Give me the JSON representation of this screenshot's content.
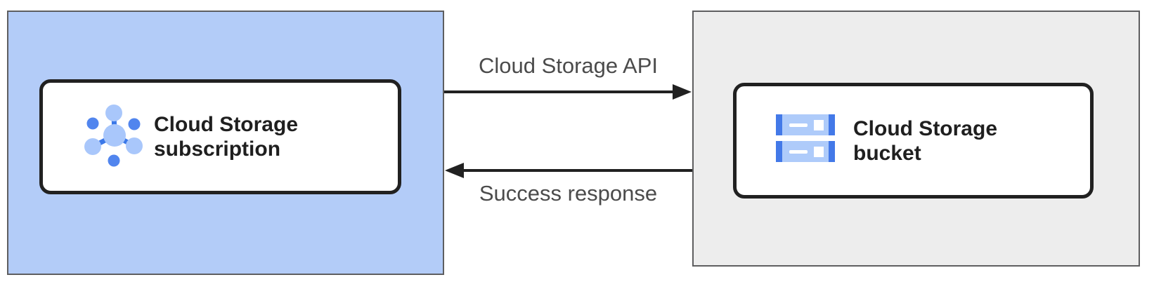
{
  "panels": {
    "source": {
      "fill": "#B3CCF8",
      "border": "#5E5E60"
    },
    "destination": {
      "fill": "#EDEDED",
      "border": "#5E5E60"
    }
  },
  "nodes": {
    "subscription": {
      "label": "Cloud Storage subscription",
      "icon": "pubsub-icon"
    },
    "bucket": {
      "label": "Cloud Storage bucket",
      "icon": "cloud-storage-bucket-icon"
    }
  },
  "arrows": {
    "request": {
      "label": "Cloud Storage API",
      "direction": "right",
      "color": "#212121"
    },
    "response": {
      "label": "Success response",
      "direction": "left",
      "color": "#212121"
    }
  },
  "colors": {
    "node_card_bg": "#FFFFFF",
    "node_card_border": "#212121",
    "node_label_text": "#1F1F1F",
    "arrow_label_text": "#4B4B4B",
    "icon_light_blue": "#A9C7FB",
    "icon_medium_blue": "#5185EE",
    "icon_dark_blue": "#3B78E8",
    "storage_icon_body": "#AECBFA",
    "storage_icon_edge": "#4379E8",
    "storage_icon_detail": "#FFFFFF"
  }
}
